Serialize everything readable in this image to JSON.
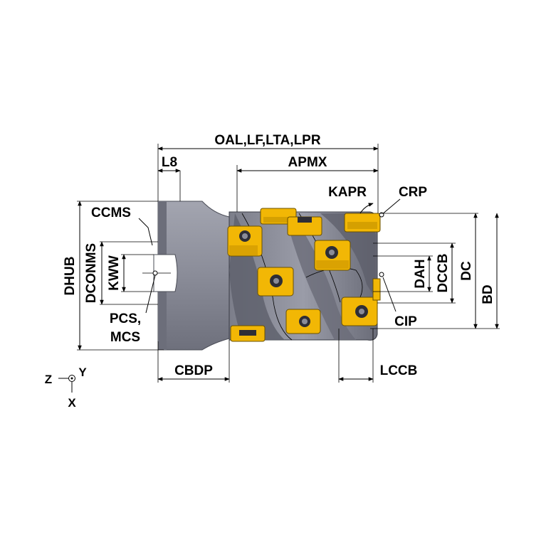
{
  "labels": {
    "oal": "OAL,LF,LTA,LPR",
    "l8": "L8",
    "apmx": "APMX",
    "kapr": "KAPR",
    "crp": "CRP",
    "ccms": "CCMS",
    "dhub": "DHUB",
    "dconms": "DCONMS",
    "kww": "KWW",
    "pcs_line1": "PCS,",
    "pcs_line2": "MCS",
    "dah": "DAH",
    "dccb": "DCCB",
    "dc": "DC",
    "bd": "BD",
    "cip": "CIP",
    "cbdp": "CBDP",
    "lccb": "LCCB"
  },
  "axes": {
    "z": "Z",
    "y": "Y",
    "x": "X"
  },
  "colors": {
    "body_gray": "#8c8e9a",
    "body_dark": "#5a5c68",
    "insert_yellow": "#f2b705",
    "insert_dark": "#8a6a00",
    "line": "#000000"
  }
}
